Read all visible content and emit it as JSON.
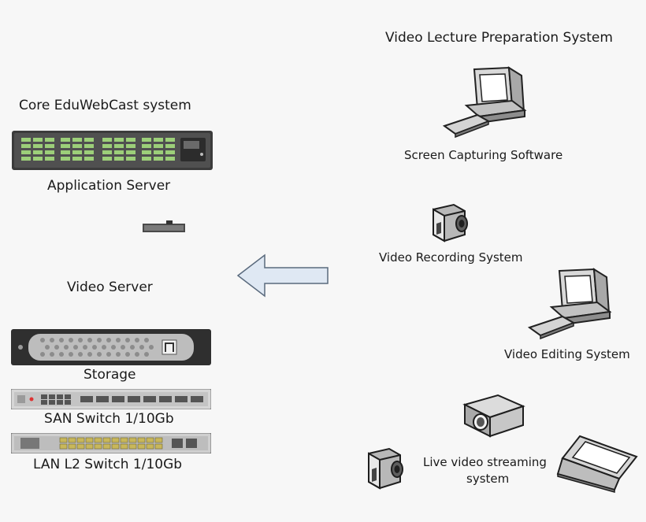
{
  "left": {
    "heading": "Core EduWebCast system",
    "application_server": "Application Server",
    "video_server": "Video Server",
    "storage": "Storage",
    "san_switch": "SAN Switch 1/10Gb",
    "lan_switch": "LAN L2 Switch 1/10Gb"
  },
  "right": {
    "heading": "Video Lecture Preparation System",
    "screen_capture": "Screen Capturing Software",
    "video_recording": "Video Recording System",
    "video_editing": "Video Editing System",
    "live_streaming_line1": "Live video streaming",
    "live_streaming_line2": "system"
  },
  "icons": [
    "rack-server-icon",
    "network-appliance-icon",
    "storage-array-icon",
    "san-switch-icon",
    "lan-switch-icon",
    "desktop-computer-icon",
    "video-camera-icon",
    "projector-icon",
    "laptop-icon",
    "left-arrow-icon"
  ]
}
